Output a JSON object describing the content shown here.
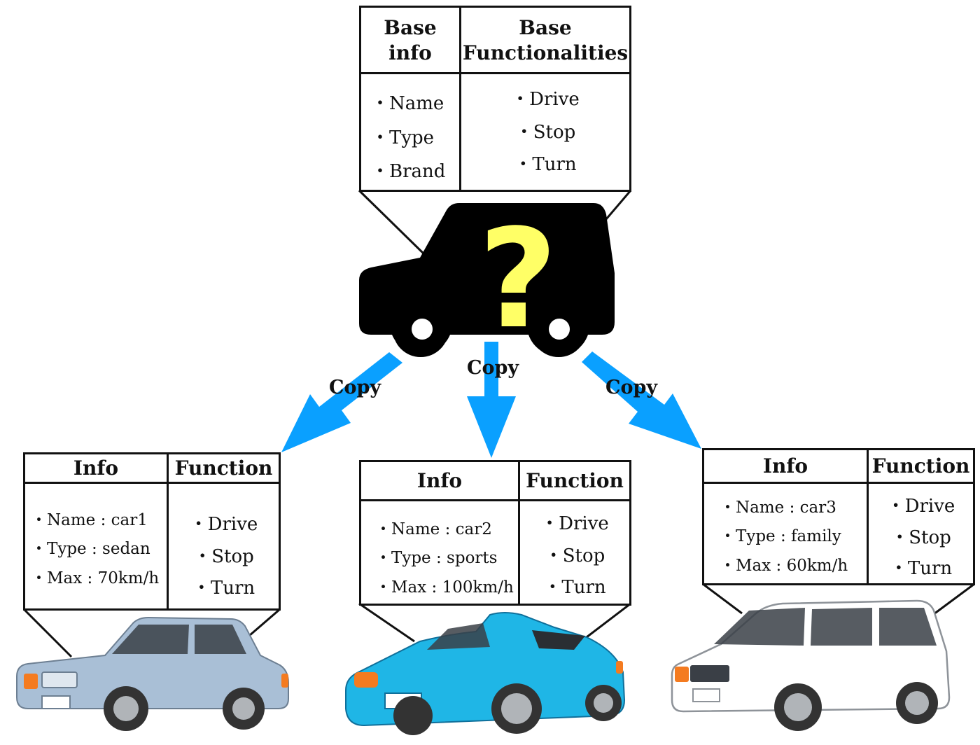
{
  "base": {
    "headers": [
      "Base info",
      "Base Functionalities"
    ],
    "info": [
      "・Name",
      "・Type",
      "・Brand"
    ],
    "functions": [
      "・Drive",
      "・Stop",
      "・Turn"
    ],
    "mystery_mark": "?"
  },
  "arrows": {
    "label": "Copy",
    "color": "#0aa0ff"
  },
  "cars": [
    {
      "headers": [
        "Info",
        "Function"
      ],
      "info": [
        "・Name : car1",
        "・Type : sedan",
        "・Max : 70km/h"
      ],
      "functions": [
        "・Drive",
        "・Stop",
        "・Turn"
      ],
      "body_color": "#a9bfd6"
    },
    {
      "headers": [
        "Info",
        "Function"
      ],
      "info": [
        "・Name : car2",
        "・Type : sports",
        "・Max : 100km/h"
      ],
      "functions": [
        "・Drive",
        "・Stop",
        "・Turn"
      ],
      "body_color": "#1fb6e6"
    },
    {
      "headers": [
        "Info",
        "Function"
      ],
      "info": [
        "・Name : car3",
        "・Type : family",
        "・Max : 60km/h"
      ],
      "functions": [
        "・Drive",
        "・Stop",
        "・Turn"
      ],
      "body_color": "#ffffff"
    }
  ],
  "colors": {
    "mystery_car": "#000000",
    "question_mark": "#ffff66",
    "headlight": "#f47b20",
    "tire": "#333333",
    "rim": "#b0b4b8",
    "window": "#3a3f46",
    "outline": "#111111"
  }
}
